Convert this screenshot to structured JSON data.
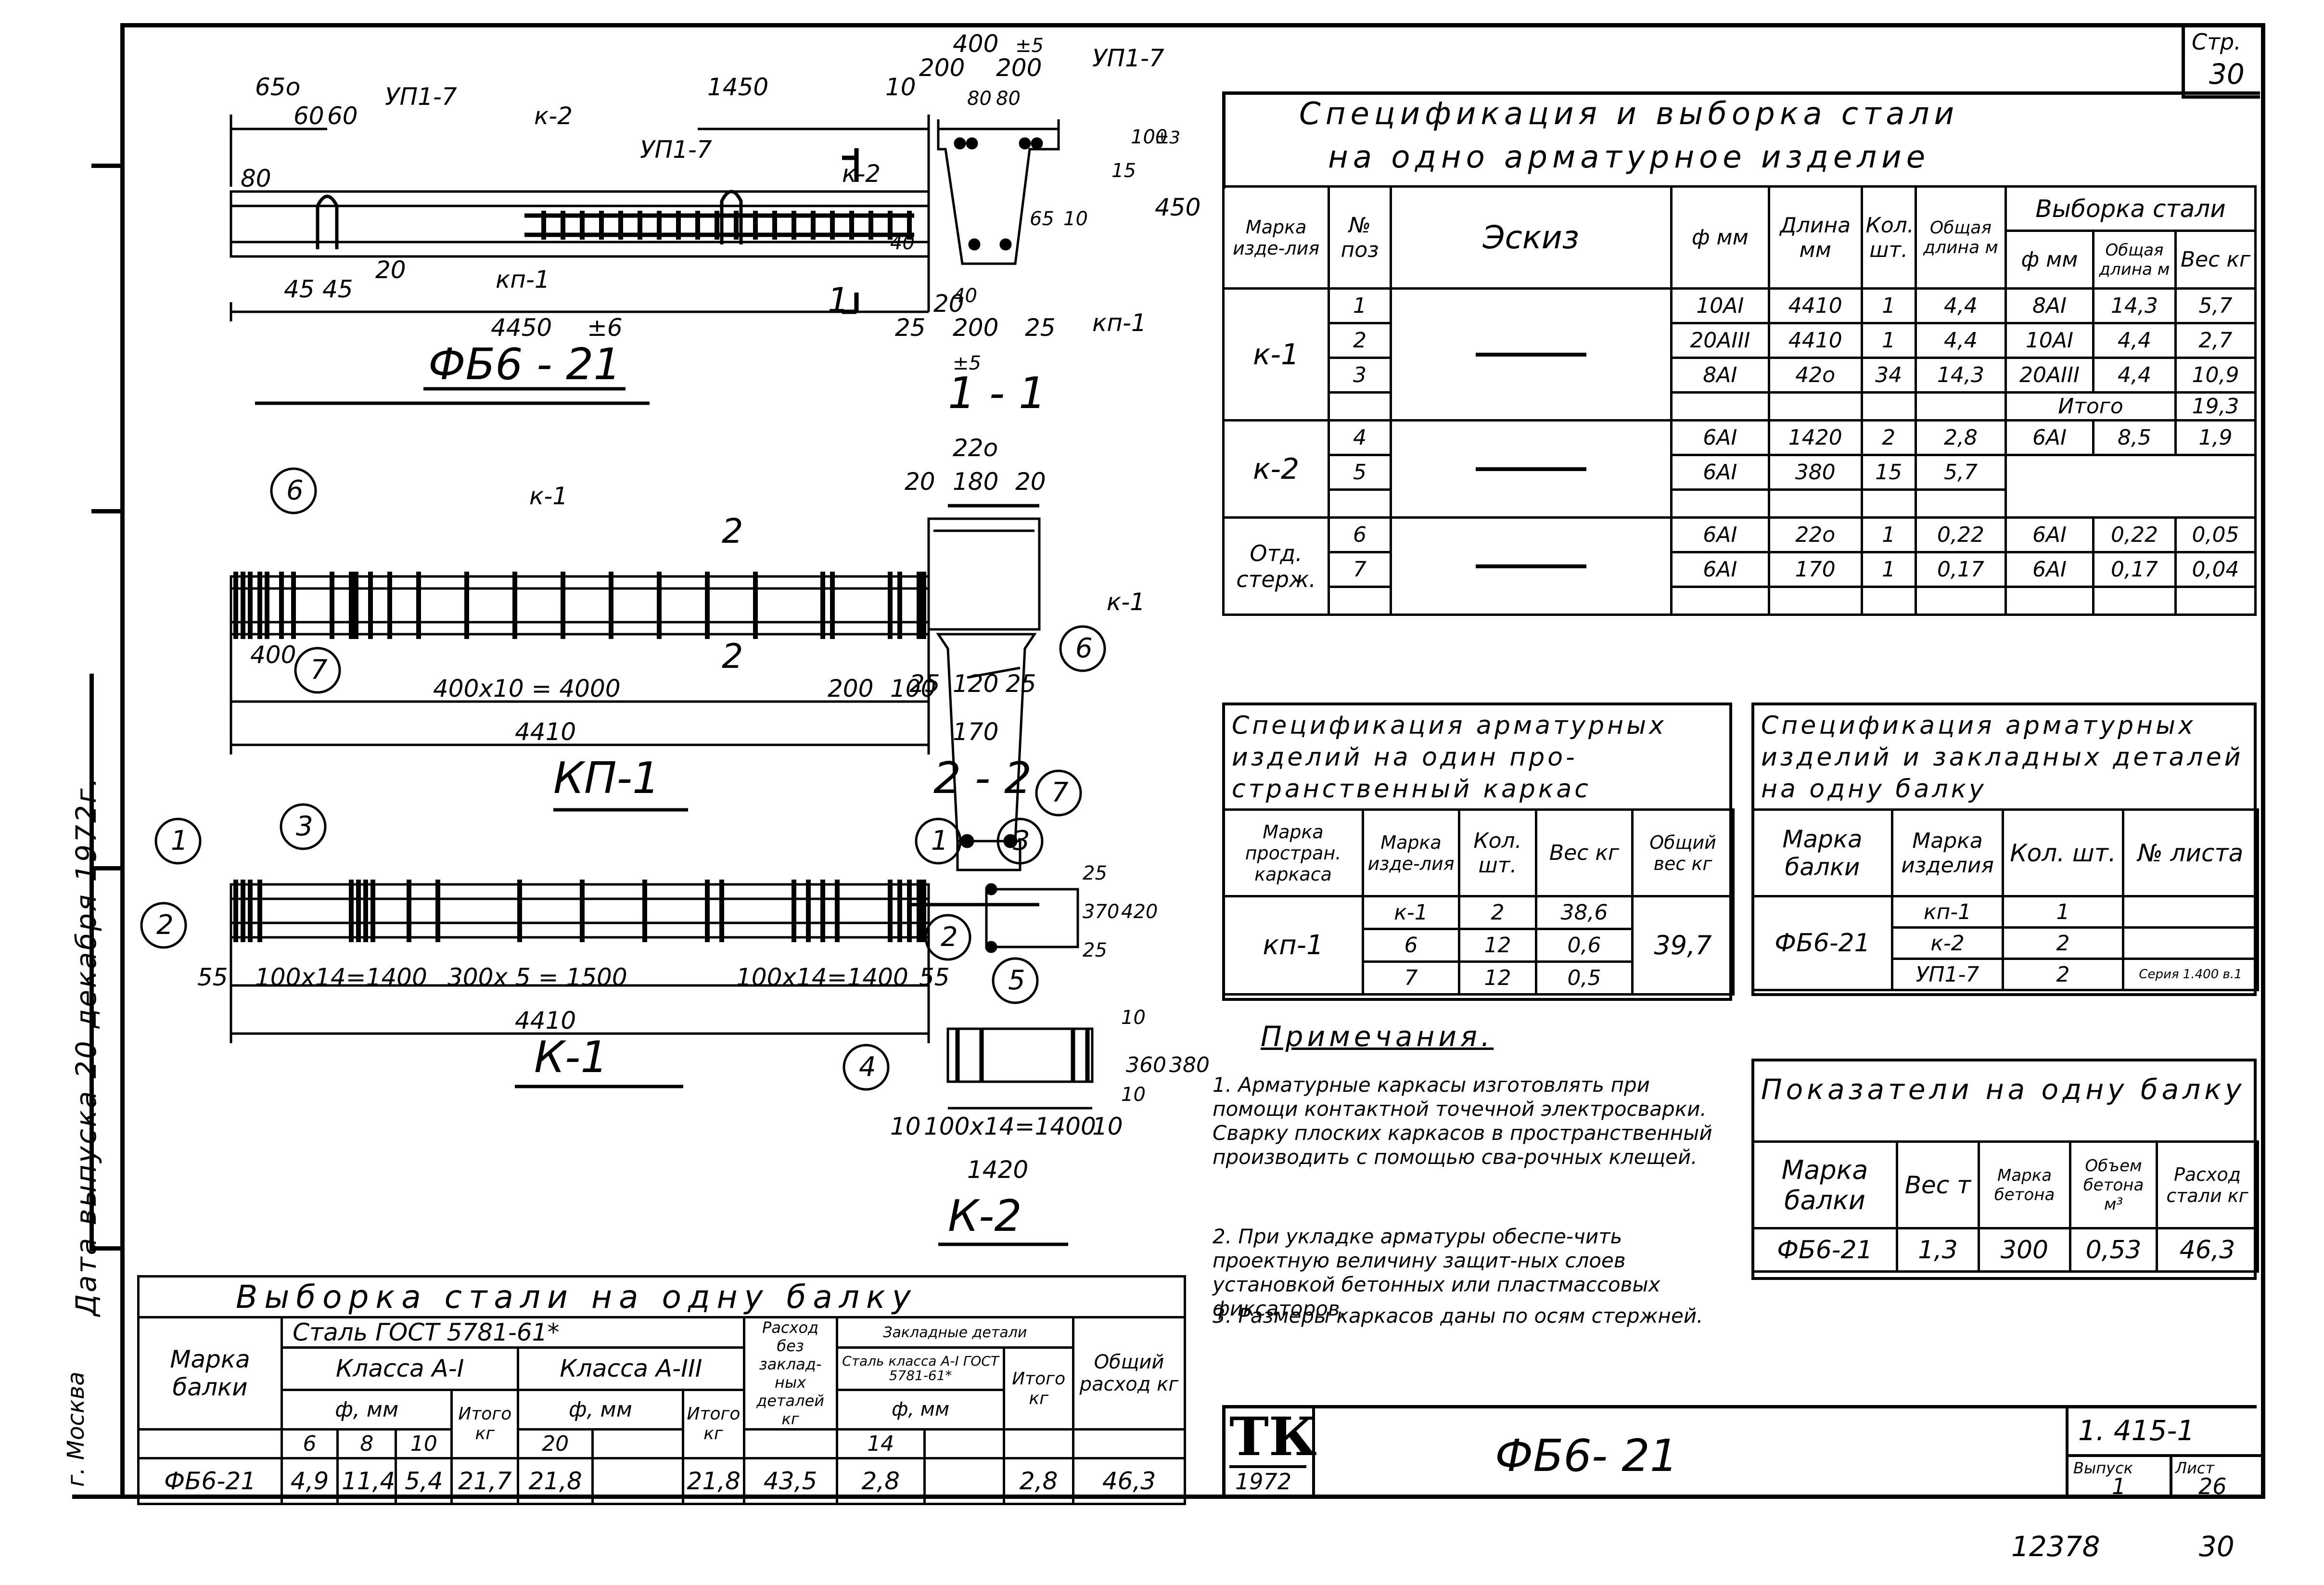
{
  "page": {
    "sheet_label": "Стр.",
    "sheet_number": "30",
    "footer_left_number": "12378",
    "footer_right_number": "30",
    "side_date": "Дата выпуска 20 декабря 1972г.",
    "side_city": "г. Москва"
  },
  "drawings": {
    "fb_main_title": "ФБ6 - 21",
    "section_1_title": "1 - 1",
    "section_2_title": "2 - 2",
    "kp1_title": "КП-1",
    "k1_title": "К-1",
    "k2_title": "К-2",
    "dims": {
      "d650": "65о",
      "d60a": "60",
      "d60b": "60",
      "up17a": "УП1-7",
      "k2": "к-2",
      "d1450": "1450",
      "up17b": "УП1-7",
      "d80": "80",
      "d45a": "45",
      "d45b": "45",
      "d20a": "20",
      "kp1": "кп-1",
      "d4450": "4450",
      "tol6": "±6",
      "d20b": "20",
      "sec1": "1",
      "s400": "400",
      "s5": "±5",
      "s200a": "200",
      "s200b": "200",
      "s80a": "80",
      "s80b": "80",
      "up17c": "УП1-7",
      "k2b": "к-2",
      "s10a": "10",
      "s100": "100",
      "s3": "±3",
      "s15": "15",
      "s450": "450",
      "s65": "65",
      "s10b": "10",
      "s40a": "40",
      "s40b": "40",
      "s25a": "25",
      "s200c": "200",
      "s25b": "25",
      "s5b": "±5",
      "kp1b": "кп-1",
      "t220": "22о",
      "t20a": "20",
      "t180": "180",
      "t20b": "20",
      "k1b": "к-1",
      "t25a": "25",
      "t120": "120",
      "t25b": "25",
      "t170": "170",
      "k1label": "к-1",
      "c400": "400",
      "c400x10": "400х10 = 4000",
      "c200": "200",
      "c100": "100",
      "c4410": "4410",
      "sec2a": "2",
      "sec2b": "2",
      "r55a": "55",
      "r100x14a": "100х14=1400",
      "r300x5": "300х 5 = 1500",
      "r100x14b": "100х14=1400",
      "r55b": "55",
      "r4410": "4410",
      "q25a": "25",
      "q370": "370",
      "q420": "420",
      "q25b": "25",
      "w10a": "10",
      "w360": "360",
      "w380": "380",
      "w10b": "10",
      "w10c": "10",
      "w100x14": "100х14=1400",
      "w10d": "10",
      "w1420": "1420"
    },
    "callouts": [
      "1",
      "2",
      "3",
      "4",
      "5",
      "6",
      "7"
    ]
  },
  "spec_main": {
    "title_line1": "Спецификация и выборка стали",
    "title_line2": "на одно арматурное изделие",
    "headers": {
      "marka": "Марка изде-лия",
      "no": "№ поз",
      "eskiz": "Эскиз",
      "phi": "ф мм",
      "dlina": "Длина мм",
      "kol": "Кол. шт.",
      "obsh": "Общая длина м",
      "vyborka": "Выборка стали",
      "v_phi": "ф мм",
      "v_obsh": "Общая длина м",
      "v_ves": "Вес кг"
    },
    "groups": [
      {
        "marka": "к-1",
        "rows": [
          {
            "no": "1",
            "phi": "10АI",
            "dlina": "4410",
            "kol": "1",
            "obsh": "4,4",
            "v_phi": "8АI",
            "v_obsh": "14,3",
            "v_ves": "5,7"
          },
          {
            "no": "2",
            "phi": "20АIII",
            "dlina": "4410",
            "kol": "1",
            "obsh": "4,4",
            "v_phi": "10АI",
            "v_obsh": "4,4",
            "v_ves": "2,7"
          },
          {
            "no": "3",
            "phi": "8АI",
            "dlina": "42о",
            "kol": "34",
            "obsh": "14,3",
            "v_phi": "20АIII",
            "v_obsh": "4,4",
            "v_ves": "10,9"
          }
        ],
        "itogo_label": "Итого",
        "itogo": "19,3"
      },
      {
        "marka": "к-2",
        "rows": [
          {
            "no": "4",
            "phi": "6АI",
            "dlina": "1420",
            "kol": "2",
            "obsh": "2,8",
            "v_phi": "6АI",
            "v_obsh": "8,5",
            "v_ves": "1,9"
          },
          {
            "no": "5",
            "phi": "6АI",
            "dlina": "380",
            "kol": "15",
            "obsh": "5,7"
          }
        ]
      },
      {
        "marka": "Отд. стерж.",
        "rows": [
          {
            "no": "6",
            "phi": "6АI",
            "dlina": "22о",
            "kol": "1",
            "obsh": "0,22",
            "v_phi": "6АI",
            "v_obsh": "0,22",
            "v_ves": "0,05"
          },
          {
            "no": "7",
            "phi": "6АI",
            "dlina": "170",
            "kol": "1",
            "obsh": "0,17",
            "v_phi": "6АI",
            "v_obsh": "0,17",
            "v_ves": "0,04"
          }
        ]
      }
    ]
  },
  "spec_spatial": {
    "title": "Спецификация арматурных изделий на один про-странственный каркас",
    "headers": [
      "Марка простран. каркаса",
      "Марка изде-лия",
      "Кол. шт.",
      "Вес кг",
      "Общий вес кг"
    ],
    "marka": "кп-1",
    "rows": [
      {
        "item": "к-1",
        "kol": "2",
        "ves": "38,6"
      },
      {
        "item": "6",
        "kol": "12",
        "ves": "0,6"
      },
      {
        "item": "7",
        "kol": "12",
        "ves": "0,5"
      }
    ],
    "total": "39,7"
  },
  "spec_beam": {
    "title": "Спецификация арматурных изделий и закладных деталей на одну балку",
    "headers": [
      "Марка балки",
      "Марка изделия",
      "Кол. шт.",
      "№ листа"
    ],
    "marka": "ФБ6-21",
    "rows": [
      {
        "item": "кп-1",
        "kol": "1",
        "list": ""
      },
      {
        "item": "к-2",
        "kol": "2",
        "list": ""
      },
      {
        "item": "УП1-7",
        "kol": "2",
        "list": "Серия 1.400 в.1"
      }
    ]
  },
  "notes": {
    "title": "Примечания.",
    "items": [
      "1. Арматурные каркасы изготовлять при помощи контактной точечной электросварки. Сварку плоских каркасов в пространственный производить с помощью сва-рочных клещей.",
      "2. При укладке арматуры обеспе-чить проектную величину защит-ных слоев установкой бетонных или пластмассовых фиксаторов.",
      "3. Размеры каркасов даны по осям стержней."
    ]
  },
  "indicators": {
    "title": "Показатели на одну балку",
    "headers": [
      "Марка балки",
      "Вес т",
      "Марка бетона",
      "Объем бетона м³",
      "Расход стали кг"
    ],
    "row": [
      "ФБ6-21",
      "1,3",
      "300",
      "0,53",
      "46,3"
    ]
  },
  "steel_sel": {
    "title": "Выборка стали на одну балку",
    "h_marka": "Марка балки",
    "h_steel": "Сталь ГОСТ 5781-61*",
    "h_classA1": "Класса А-I",
    "h_classA3": "Класса А-III",
    "h_phi1": "ф, мм",
    "h_phi3": "ф, мм",
    "h_itogo1": "Итого кг",
    "h_itogo3": "Итого кг",
    "h_rashod": "Расход без заклад-ных деталей кг",
    "h_zakl": "Закладные детали",
    "h_zakl_steel": "Сталь класса А-I ГОСТ 5781-61*",
    "h_phi_z": "ф, мм",
    "h_itogo_z": "Итого кг",
    "h_total": "Общий расход кг",
    "d6": "6",
    "d8": "8",
    "d10": "10",
    "d20": "20",
    "d14": "14",
    "row": {
      "marka": "ФБ6-21",
      "v6": "4,9",
      "v8": "11,4",
      "v10": "5,4",
      "it1": "21,7",
      "v20": "21,8",
      "it3": "21,8",
      "rashod": "43,5",
      "v14": "2,8",
      "itz": "2,8",
      "total": "46,3"
    }
  },
  "stamp": {
    "logo": "ТК",
    "year": "1972",
    "name": "ФБ6- 21",
    "series": "1. 415-1",
    "vyp_label": "Выпуск",
    "vyp": "1",
    "list_label": "Лист",
    "list": "26"
  }
}
